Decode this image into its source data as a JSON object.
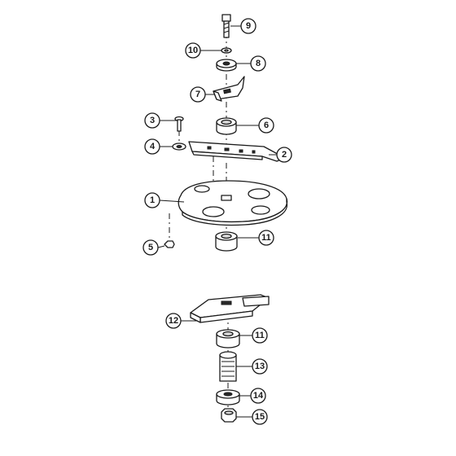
{
  "diagram": {
    "callouts": [
      {
        "id": "c9",
        "label": "9"
      },
      {
        "id": "c10",
        "label": "10"
      },
      {
        "id": "c8",
        "label": "8"
      },
      {
        "id": "c7",
        "label": "7"
      },
      {
        "id": "c3",
        "label": "3"
      },
      {
        "id": "c6",
        "label": "6"
      },
      {
        "id": "c4",
        "label": "4"
      },
      {
        "id": "c2",
        "label": "2"
      },
      {
        "id": "c1",
        "label": "1"
      },
      {
        "id": "c5",
        "label": "5"
      },
      {
        "id": "c11a",
        "label": "11"
      },
      {
        "id": "c12",
        "label": "12"
      },
      {
        "id": "c11b",
        "label": "11"
      },
      {
        "id": "c13",
        "label": "13"
      },
      {
        "id": "c14",
        "label": "14"
      },
      {
        "id": "c15",
        "label": "15"
      }
    ]
  }
}
